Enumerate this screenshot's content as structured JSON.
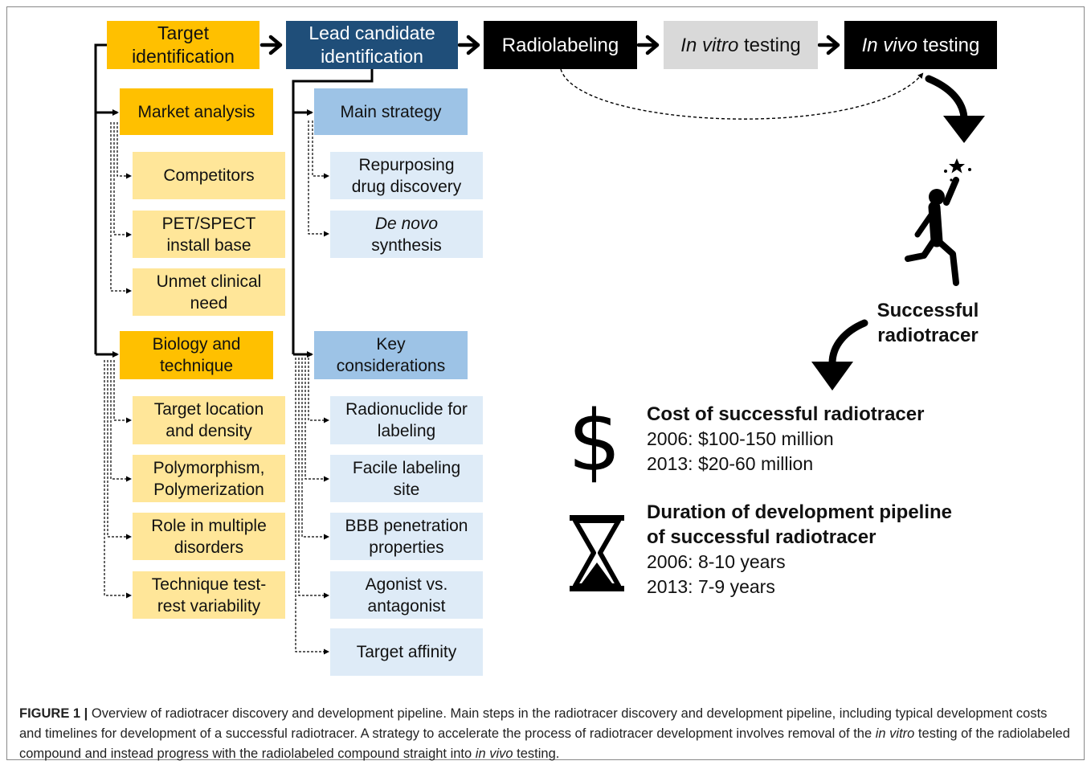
{
  "pipeline": {
    "target_identification": "Target identification",
    "lead_candidate": "Lead candidate identification",
    "radiolabeling": "Radiolabeling",
    "in_vitro_italic": "In vitro",
    "in_vitro_rest": " testing",
    "in_vivo_italic": "In vivo",
    "in_vivo_rest": " testing"
  },
  "left_branch": {
    "market_analysis": "Market analysis",
    "competitors": "Competitors",
    "pet_spect": "PET/SPECT install base",
    "unmet_need": "Unmet clinical need",
    "biology": "Biology and technique",
    "target_location": "Target location and density",
    "polymorphism": "Polymorphism, Polymerization",
    "role_disorders": "Role in multiple disorders",
    "technique_variability": "Technique test-rest variability"
  },
  "right_branch": {
    "main_strategy": "Main strategy",
    "repurposing": "Repurposing drug discovery",
    "de_novo_italic": "De novo",
    "de_novo_rest": "synthesis",
    "key_considerations": "Key considerations",
    "radionuclide": "Radionuclide for labeling",
    "facile_site": "Facile labeling site",
    "bbb": "BBB penetration properties",
    "agonist": "Agonist vs. antagonist",
    "target_affinity": "Target affinity"
  },
  "outcome": {
    "successful_line1": "Successful",
    "successful_line2": "radiotracer",
    "cost_heading": "Cost of successful radiotracer",
    "cost_2006": "2006: $100-150 million",
    "cost_2013": "2013: $20-60 million",
    "duration_heading_1": "Duration of development pipeline",
    "duration_heading_2": "of successful radiotracer",
    "duration_2006": "2006: 8-10 years",
    "duration_2013": "2013: 7-9 years"
  },
  "icons": {
    "cost": "dollar-icon",
    "duration": "hourglass-icon",
    "success": "person-reaching-star-icon",
    "arrows": "curved-arrow-icon"
  },
  "colors": {
    "target": "#ffc000",
    "target_sub": "#ffe699",
    "lead": "#1f4e79",
    "lead_sub": "#9dc3e6",
    "lead_sub_light": "#deebf7",
    "radiolabeling": "#000000",
    "in_vitro": "#d9d9d9"
  },
  "caption": {
    "label": "FIGURE 1 |",
    "part1": " Overview of radiotracer discovery and development pipeline. Main steps in the radiotracer discovery and development pipeline, including typical development costs and timelines for development of a successful radiotracer. A strategy to accelerate the process of radiotracer development involves removal of the ",
    "italic1": "in vitro",
    "part2": " testing of the radiolabeled compound and instead progress with the radiolabeled compound straight into ",
    "italic2": "in vivo",
    "part3": " testing."
  }
}
